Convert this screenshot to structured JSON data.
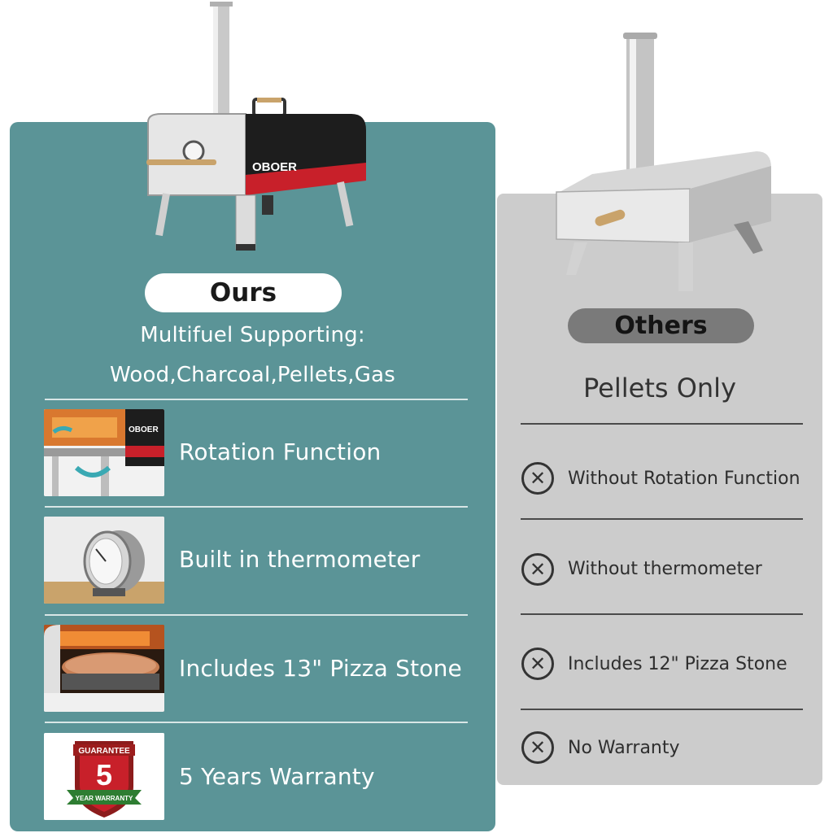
{
  "brand": "OBOER",
  "ours": {
    "label": "Ours",
    "headline_line1": "Multifuel Supporting:",
    "headline_line2": "Wood,Charcoal,Pellets,Gas",
    "features": [
      {
        "text": "Rotation Function",
        "icon": "rotation-photo"
      },
      {
        "text": "Built in thermometer",
        "icon": "thermometer-photo"
      },
      {
        "text": "Includes 13\" Pizza Stone",
        "icon": "pizza-stone-photo"
      },
      {
        "text": "5 Years Warranty",
        "icon": "warranty-badge"
      }
    ],
    "badge": {
      "top": "GUARANTEE",
      "number": "5",
      "bottom": "YEAR WARRANTY"
    }
  },
  "others": {
    "label": "Others",
    "headline": "Pellets Only",
    "features": [
      {
        "text": "Without Rotation Function",
        "icon": "x-circle-icon"
      },
      {
        "text": "Without thermometer",
        "icon": "x-circle-icon"
      },
      {
        "text": "Includes 12\" Pizza Stone",
        "icon": "x-circle-icon"
      },
      {
        "text": "No Warranty",
        "icon": "x-circle-icon"
      }
    ]
  },
  "colors": {
    "ours_panel": "#5b9497",
    "others_panel": "#cccccc",
    "brand_red": "#c8202a"
  }
}
